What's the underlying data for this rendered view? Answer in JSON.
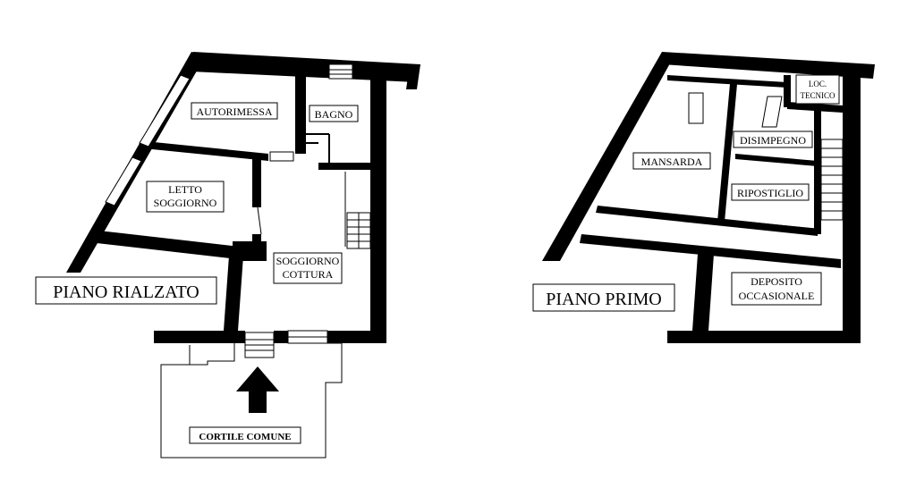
{
  "ground_floor": {
    "title": "PIANO RIALZATO",
    "rooms": {
      "garage": "AUTORIMESSA",
      "bathroom": "BAGNO",
      "bedroom_line1": "LETTO",
      "bedroom_line2": "SOGGIORNO",
      "living_line1": "SOGGIORNO",
      "living_line2": "COTTURA"
    },
    "courtyard": "CORTILE COMUNE"
  },
  "first_floor": {
    "title": "PIANO PRIMO",
    "rooms": {
      "technical_line1": "LOC.",
      "technical_line2": "TECNICO",
      "hallway": "DISIMPEGNO",
      "attic": "MANSARDA",
      "closet": "RIPOSTIGLIO",
      "storage_line1": "DEPOSITO",
      "storage_line2": "OCCASIONALE"
    }
  },
  "colors": {
    "ink": "#000000",
    "paper": "#ffffff"
  }
}
